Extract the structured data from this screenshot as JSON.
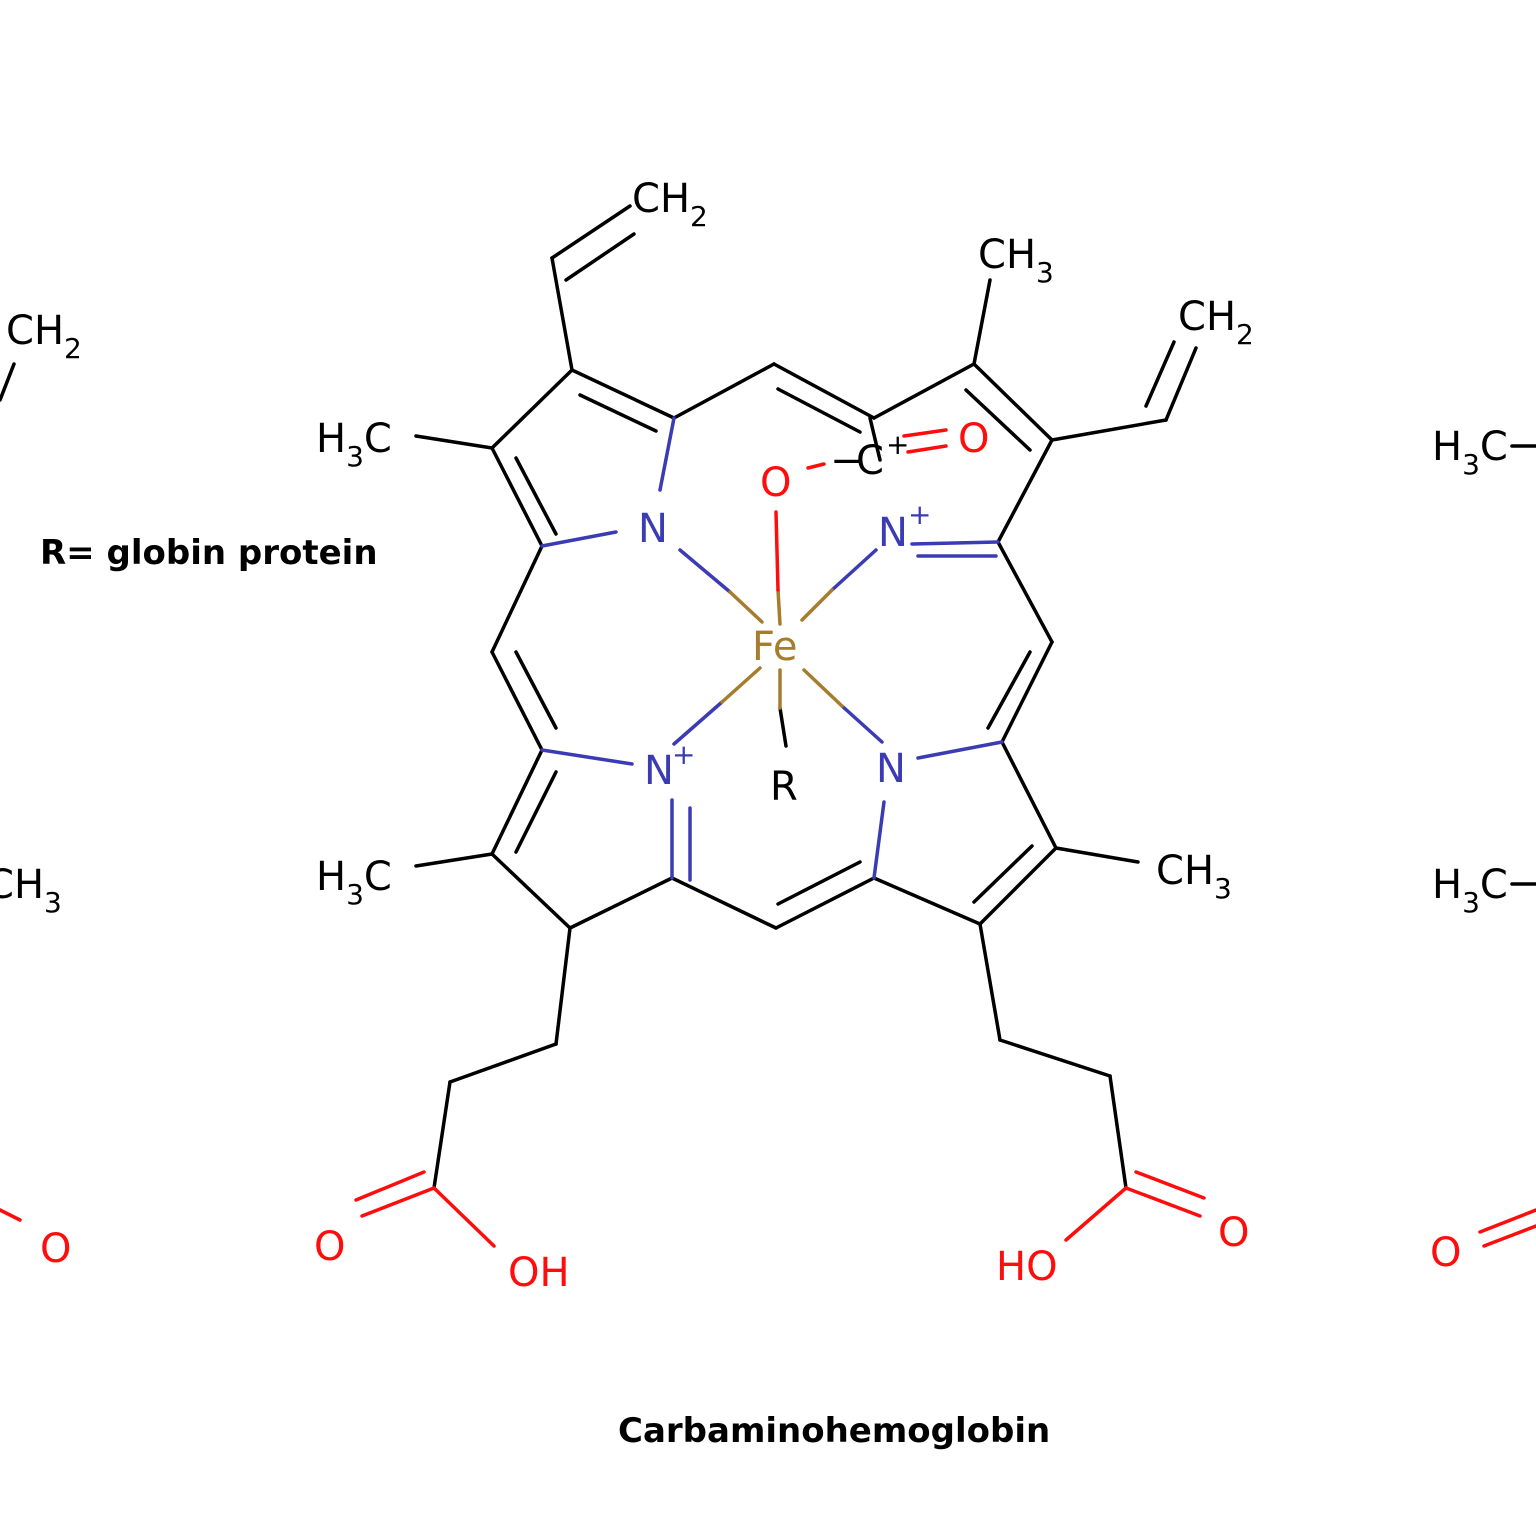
{
  "captions": {
    "legend": "R= globin protein",
    "title": "Carbaminohemoglobin"
  },
  "colors": {
    "carbon": "#000000",
    "nitrogen": "#3b3bb3",
    "oxygen": "#ff0d0d",
    "iron": "#a67c2e"
  },
  "atoms": {
    "fe": "Fe",
    "r": "R",
    "n1": "N",
    "n2": "N",
    "n3": "N",
    "n4": "N",
    "plus": "+",
    "c": "C",
    "o_minus": "O",
    "minus": "−",
    "o_carbonyl": "O",
    "h": "H",
    "c_letter": "C",
    "sub2": "2",
    "sub3": "3",
    "oh": "OH",
    "ho": "HO",
    "o": "O"
  }
}
